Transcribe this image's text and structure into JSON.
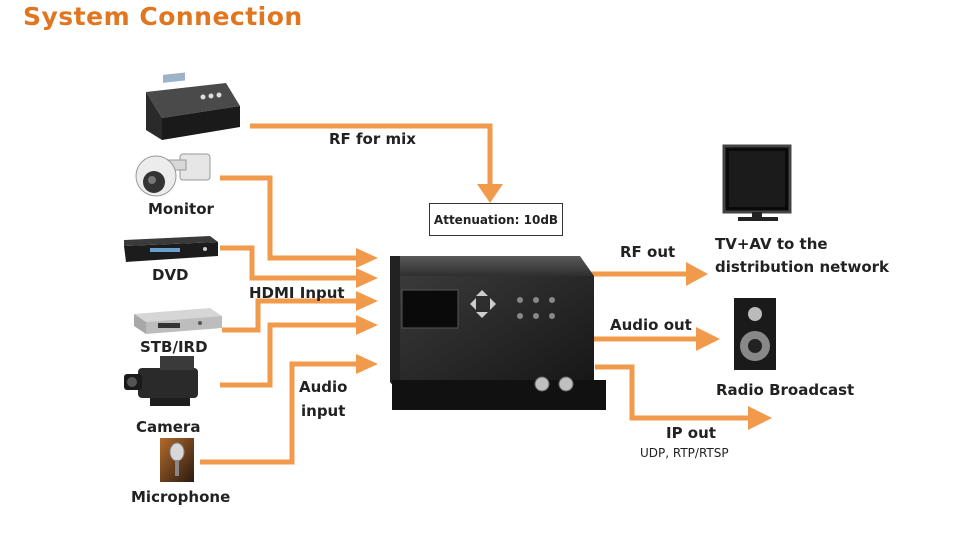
{
  "title": "System Connection",
  "box_label": "Attenuation: 10dB",
  "inputs": {
    "monitor": "Monitor",
    "dvd": "DVD",
    "stb": "STB/IRD",
    "camera": "Camera",
    "microphone": "Microphone"
  },
  "connections": {
    "rf_for_mix": "RF for mix",
    "hdmi_input": "HDMI Input",
    "audio_input_line1": "Audio",
    "audio_input_line2": "input"
  },
  "outputs": {
    "rf_out": "RF out",
    "tv_line1": "TV+AV to the",
    "tv_line2": "distribution network",
    "audio_out": "Audio out",
    "radio": "Radio Broadcast",
    "ip_out": "IP out",
    "ip_protocols": "UDP, RTP/RTSP"
  },
  "colors": {
    "accent": "#e0761f",
    "arrow": "#f29a4c"
  }
}
